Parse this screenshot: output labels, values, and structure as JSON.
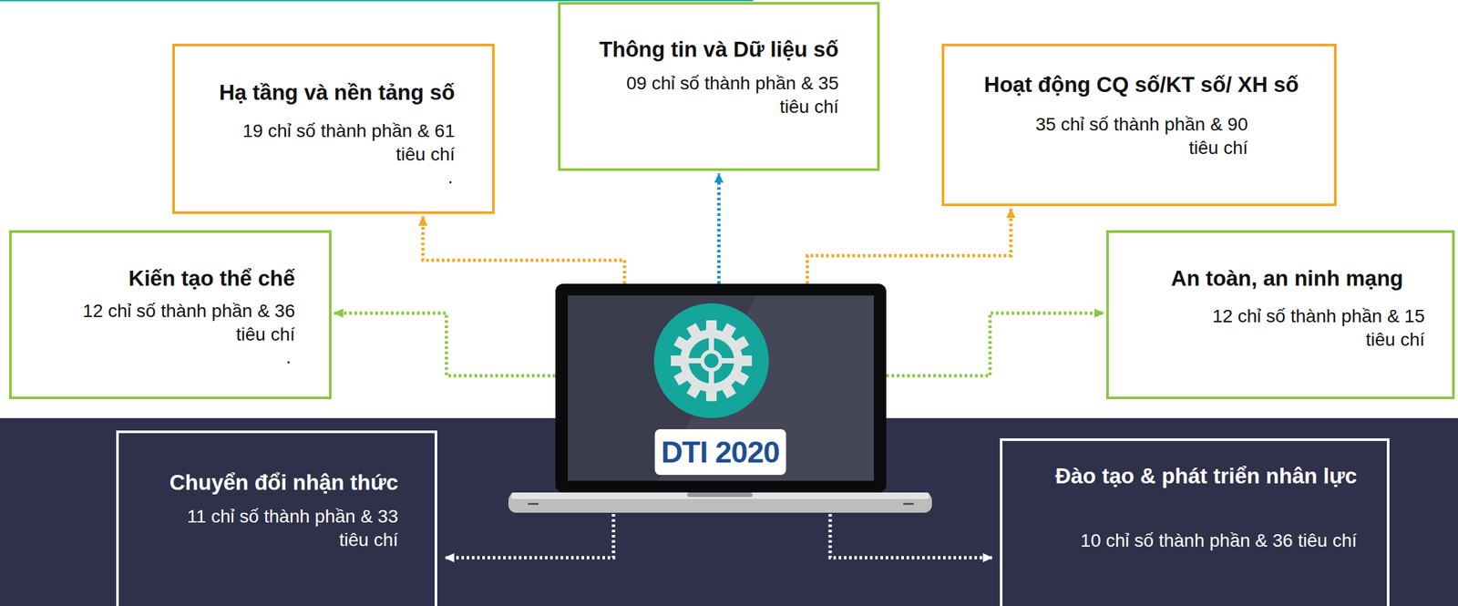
{
  "diagram": {
    "nodes": [
      {
        "text": [
          "Thông tin và Dữ liệu số",
          "09 chỉ số thành phần & 35 tiêu chí"
        ]
      },
      {
        "text": [
          "Hạ tầng và nền tảng số",
          "19 chỉ số thành phần & 61 tiêu chí",
          "."
        ]
      },
      {
        "text": [
          "Hoạt động CQ số/KT số/ XH số",
          "35 chỉ số thành phần & 90 tiêu chí"
        ]
      },
      {
        "text": [
          "Kiến tạo thể chế",
          "12 chỉ số thành phần & 36 tiêu chí",
          "."
        ]
      },
      {
        "text": [
          "An toàn, an ninh mạng",
          "12 chỉ số thành phần & 15 tiêu chí"
        ]
      },
      {
        "text": [
          "DTI 2020"
        ]
      },
      {
        "text": [
          "Chuyển đổi nhận thức",
          "11 chỉ số thành phần & 33 tiêu chí"
        ]
      },
      {
        "text": [
          "Đào tạo & phát triển nhân lực",
          "10 chỉ số thành phần & 36 tiêu chí"
        ]
      }
    ],
    "edges": [
      {
        "from": 5,
        "to": 0,
        "arrow": "to"
      },
      {
        "from": 5,
        "to": 1,
        "arrow": "to"
      },
      {
        "from": 5,
        "to": 2,
        "arrow": "to"
      },
      {
        "from": 5,
        "to": 3,
        "arrow": "to"
      },
      {
        "from": 5,
        "to": 4,
        "arrow": "to"
      },
      {
        "from": 5,
        "to": 6,
        "arrow": "to"
      },
      {
        "from": 5,
        "to": 7,
        "arrow": "to"
      }
    ]
  }
}
